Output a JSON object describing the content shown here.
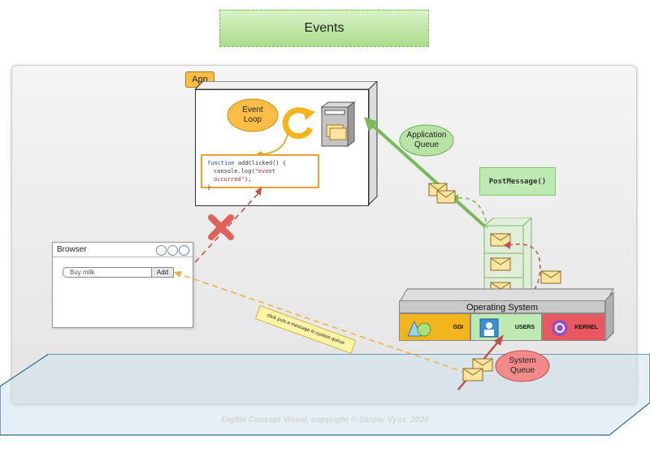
{
  "title": "Events",
  "app": {
    "tag": "App",
    "event_loop": "Event Loop",
    "code": {
      "line1_kw": "function",
      "line1_rest": " addClicked() {",
      "line2_fn": "console.log(",
      "line2_str": "\"event occurred\"",
      "line2_end": ");",
      "line3": "}"
    }
  },
  "application_queue": "Application Queue",
  "post_message": "PostMessage()",
  "browser": {
    "title": "Browser",
    "input_value": "Buy milk",
    "add_button": "Add"
  },
  "sticky_note": "click puts a message in system queue",
  "os": {
    "title": "Operating System",
    "gdi": "GDI",
    "users": "USERS",
    "kernel": "KERNEL"
  },
  "system_queue": "System Queue",
  "footer": "Digital Concept Visual, copyright © Sanjay Vyas, 2020",
  "colors": {
    "title_green": "#a9dc8a",
    "accent_orange": "#fbbd45",
    "cross_red": "#e0605a",
    "gdi_yellow": "#f2b51e",
    "users_blue": "#3b8fd4",
    "kernel_red": "#e8585e"
  }
}
